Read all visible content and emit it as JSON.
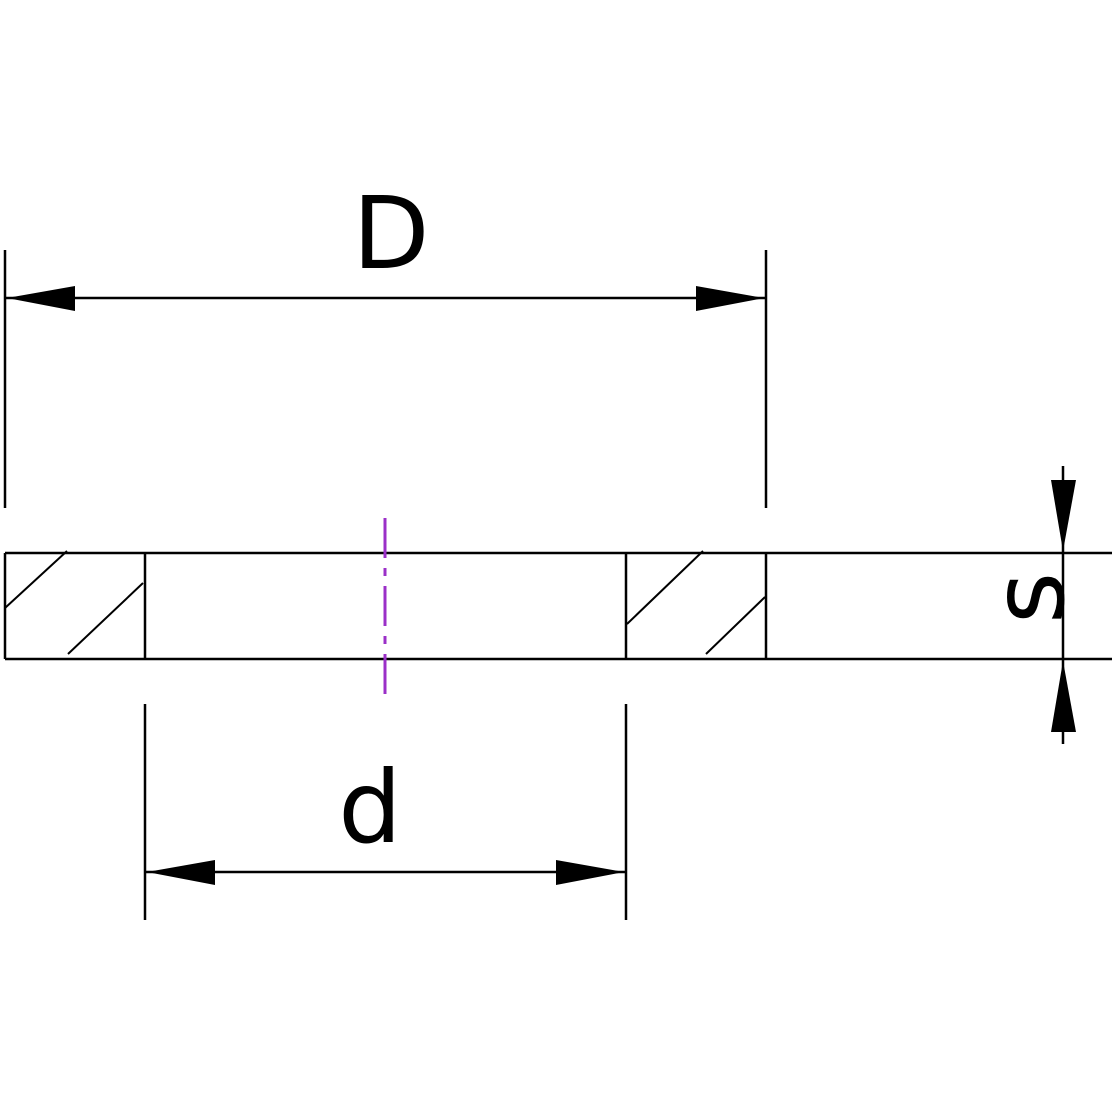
{
  "colors": {
    "line": "#000000",
    "centerline": "#9b30c8",
    "background": "#ffffff"
  },
  "labels": {
    "outer_diameter": "D",
    "inner_diameter": "d",
    "thickness": "s"
  }
}
